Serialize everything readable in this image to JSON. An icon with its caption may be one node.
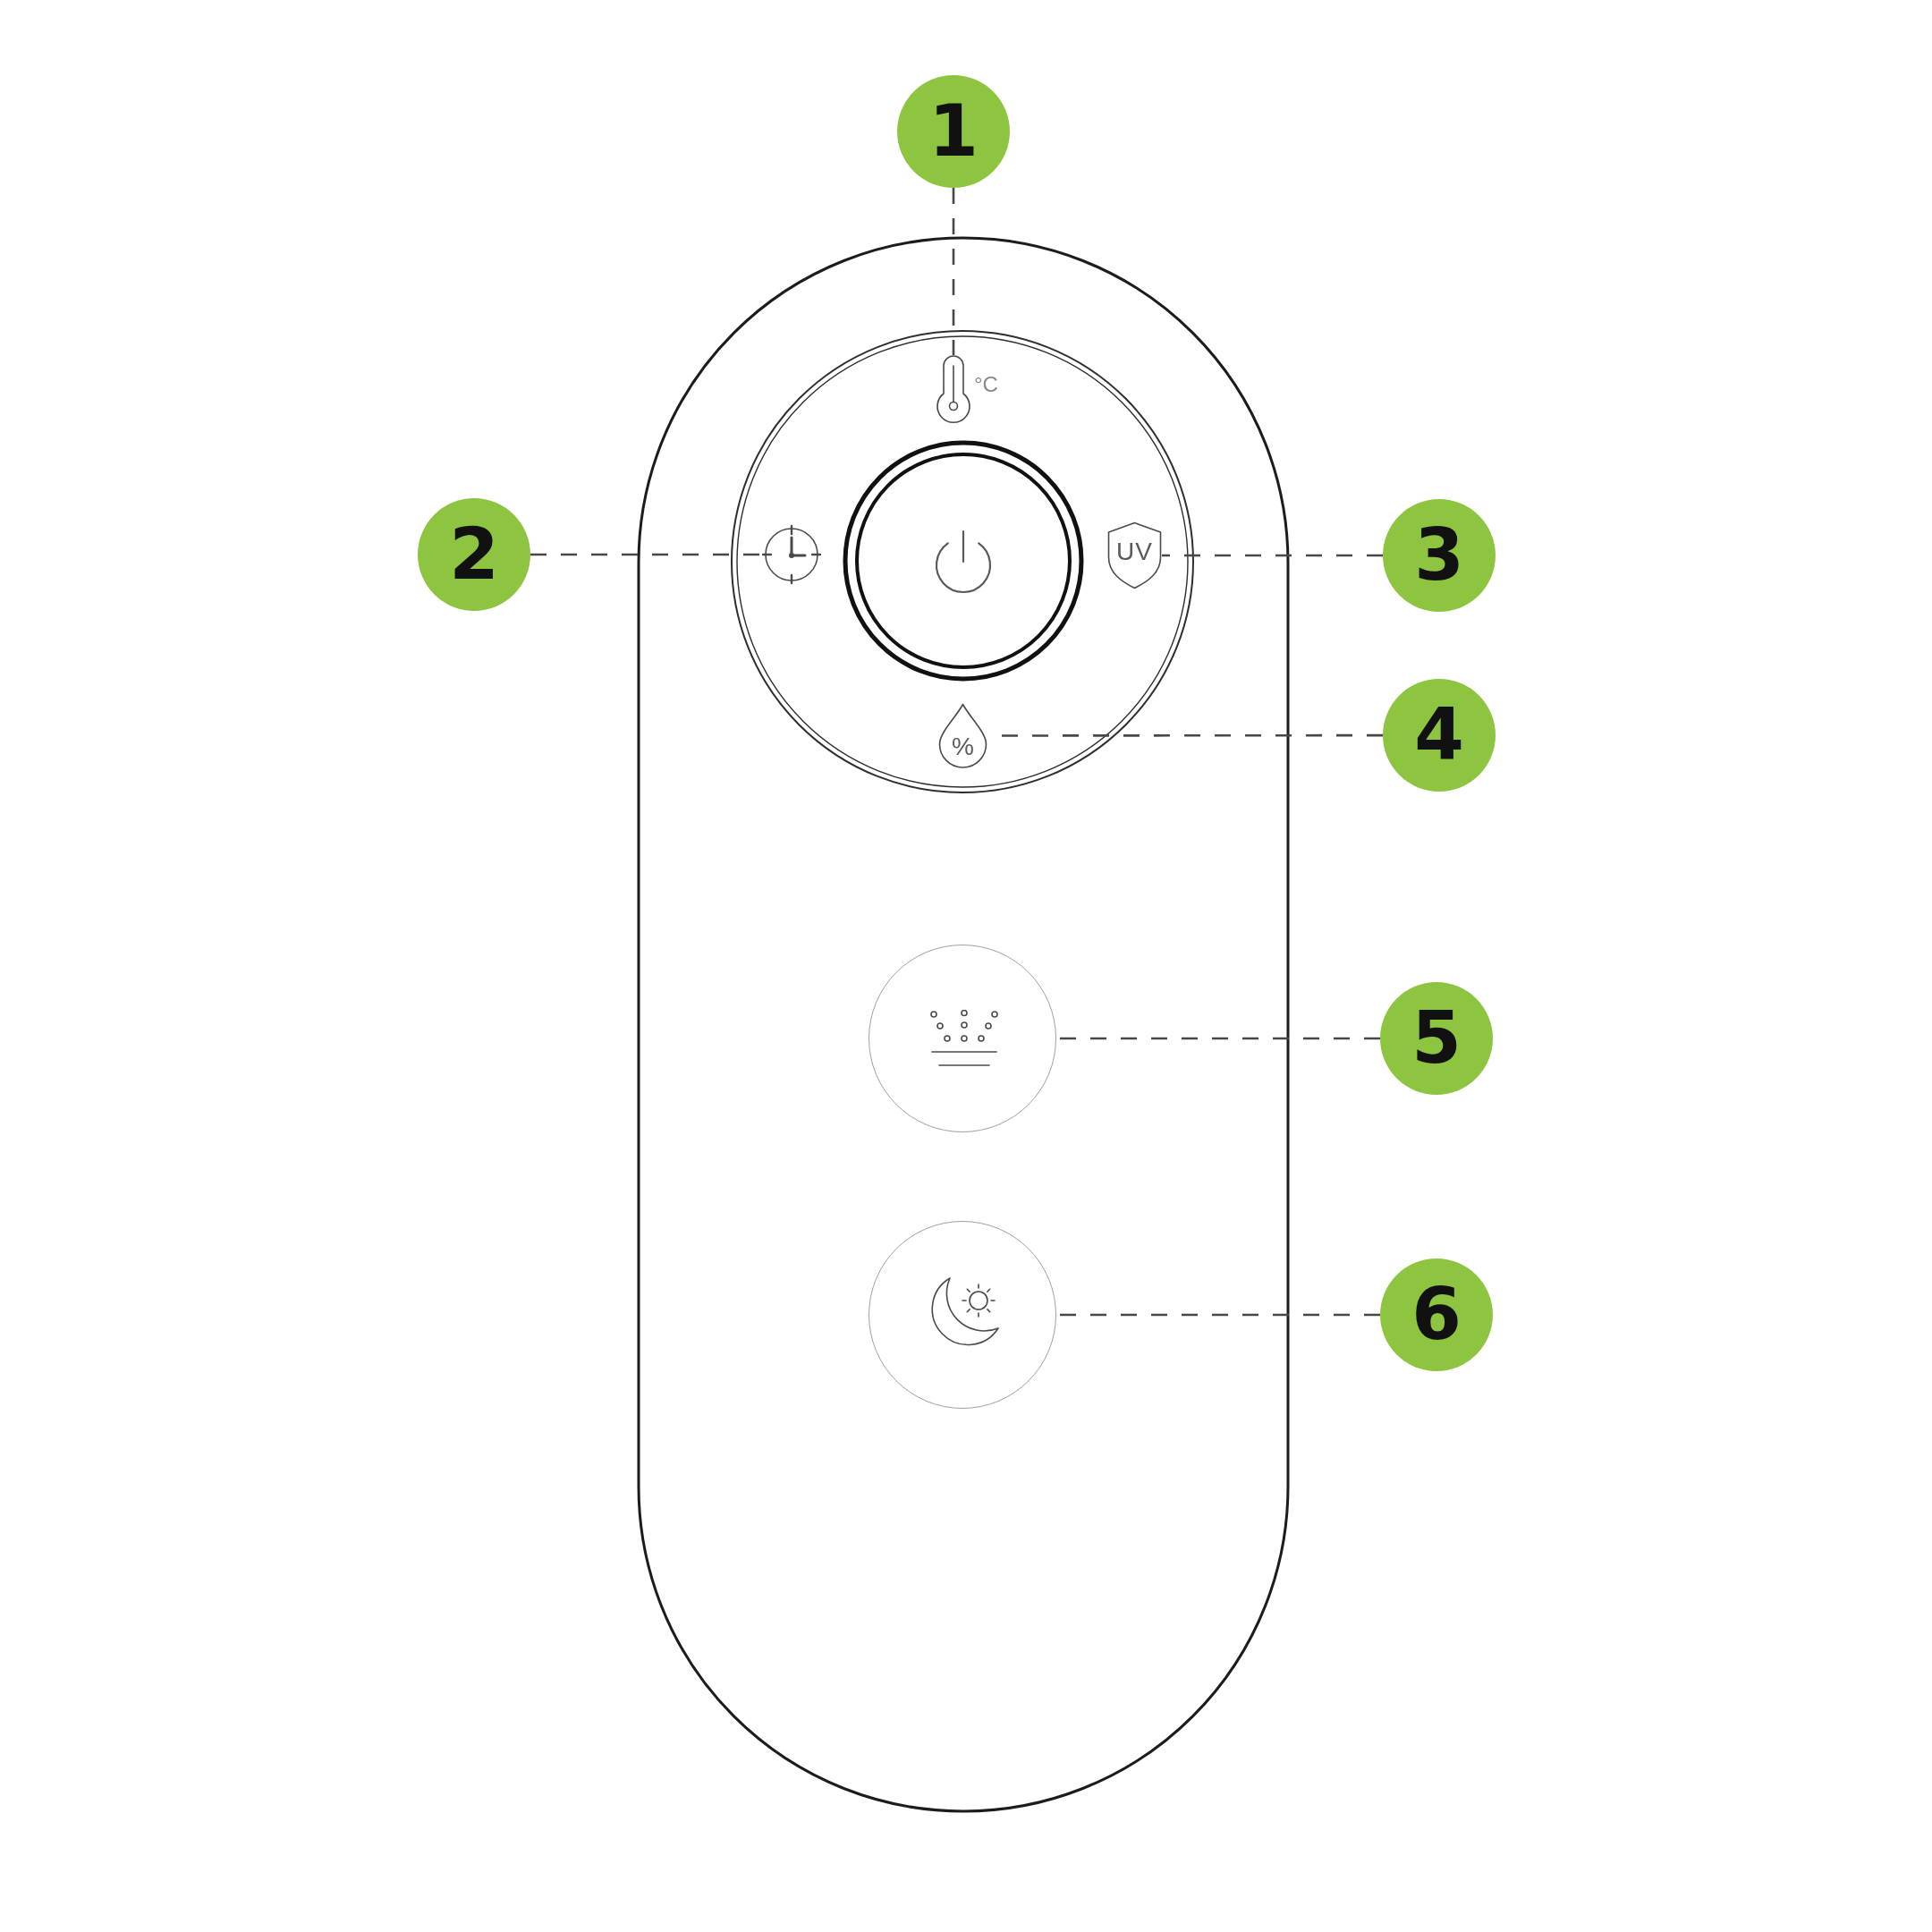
{
  "diagram": {
    "nodes": [
      {
        "text": [
          "1"
        ]
      },
      {
        "text": [],
        "shape": "picture",
        "beside": [
          "°C"
        ]
      },
      {
        "text": [
          "2"
        ]
      },
      {
        "text": [],
        "shape": "picture"
      },
      {
        "text": [
          "UV"
        ]
      },
      {
        "text": [
          "3"
        ]
      },
      {
        "text": [
          "%"
        ]
      },
      {
        "text": [
          "4"
        ]
      },
      {
        "text": [],
        "shape": "circle"
      },
      {
        "text": [
          "5"
        ]
      },
      {
        "text": [],
        "shape": "circle"
      },
      {
        "text": [
          "6"
        ]
      }
    ],
    "edges": [
      {
        "from": 0,
        "to": 1,
        "arrow": "none",
        "style": "dashed"
      },
      {
        "from": 2,
        "to": 3,
        "arrow": "none",
        "style": "dashed"
      },
      {
        "from": 5,
        "to": 4,
        "arrow": "none",
        "style": "dashed"
      },
      {
        "from": 7,
        "to": 6,
        "arrow": "none",
        "style": "dashed"
      },
      {
        "from": 9,
        "to": 8,
        "arrow": "none",
        "style": "dashed"
      },
      {
        "from": 11,
        "to": 10,
        "arrow": "none",
        "style": "dashed"
      }
    ]
  }
}
